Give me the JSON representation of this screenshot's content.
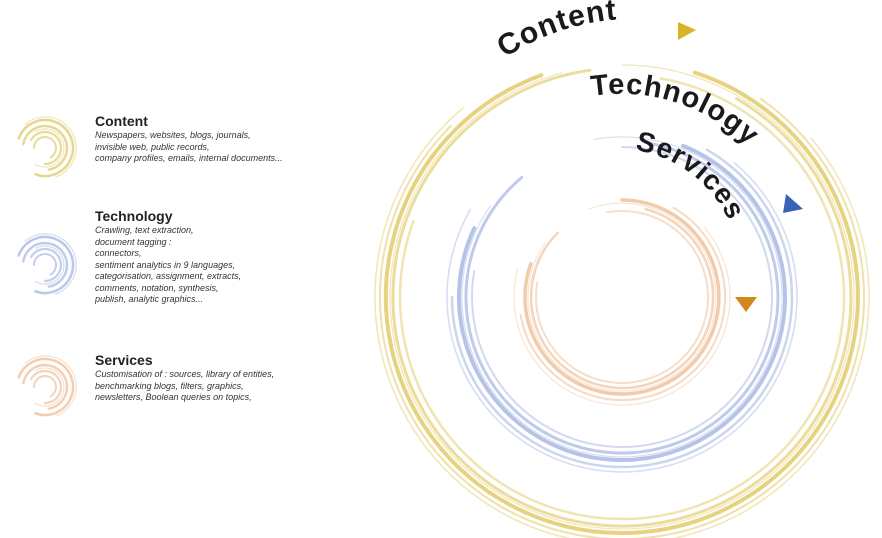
{
  "legend": [
    {
      "title": "Content",
      "color": "#e1cb6f",
      "lines": [
        "Newspapers, websites, blogs, journals,",
        "invisible web, public records,",
        "company profiles, emails, internal documents..."
      ]
    },
    {
      "title": "Technology",
      "color": "#a9b9e3",
      "lines": [
        "Crawling, text extraction,",
        "document tagging :",
        "connectors,",
        "sentiment analytics in 9 languages,",
        "categorisation, assignment, extracts,",
        "comments, notation, synthesis,",
        "publish, analytic graphics..."
      ]
    },
    {
      "title": "Services",
      "color": "#efc09b",
      "lines": [
        "Customisation of : sources, library of entities,",
        "benchmarking blogs, filters, graphics,",
        "newsletters, Boolean queries on topics,"
      ]
    }
  ],
  "rings": {
    "content": {
      "label": "Content",
      "color": "#e3ce72",
      "arrow_color": "#d8b328"
    },
    "technology": {
      "label": "Technology",
      "color": "#a9b9e4",
      "arrow_color": "#3a62b8"
    },
    "services": {
      "label": "Services",
      "color": "#efc39d",
      "arrow_color": "#d2871f"
    }
  }
}
